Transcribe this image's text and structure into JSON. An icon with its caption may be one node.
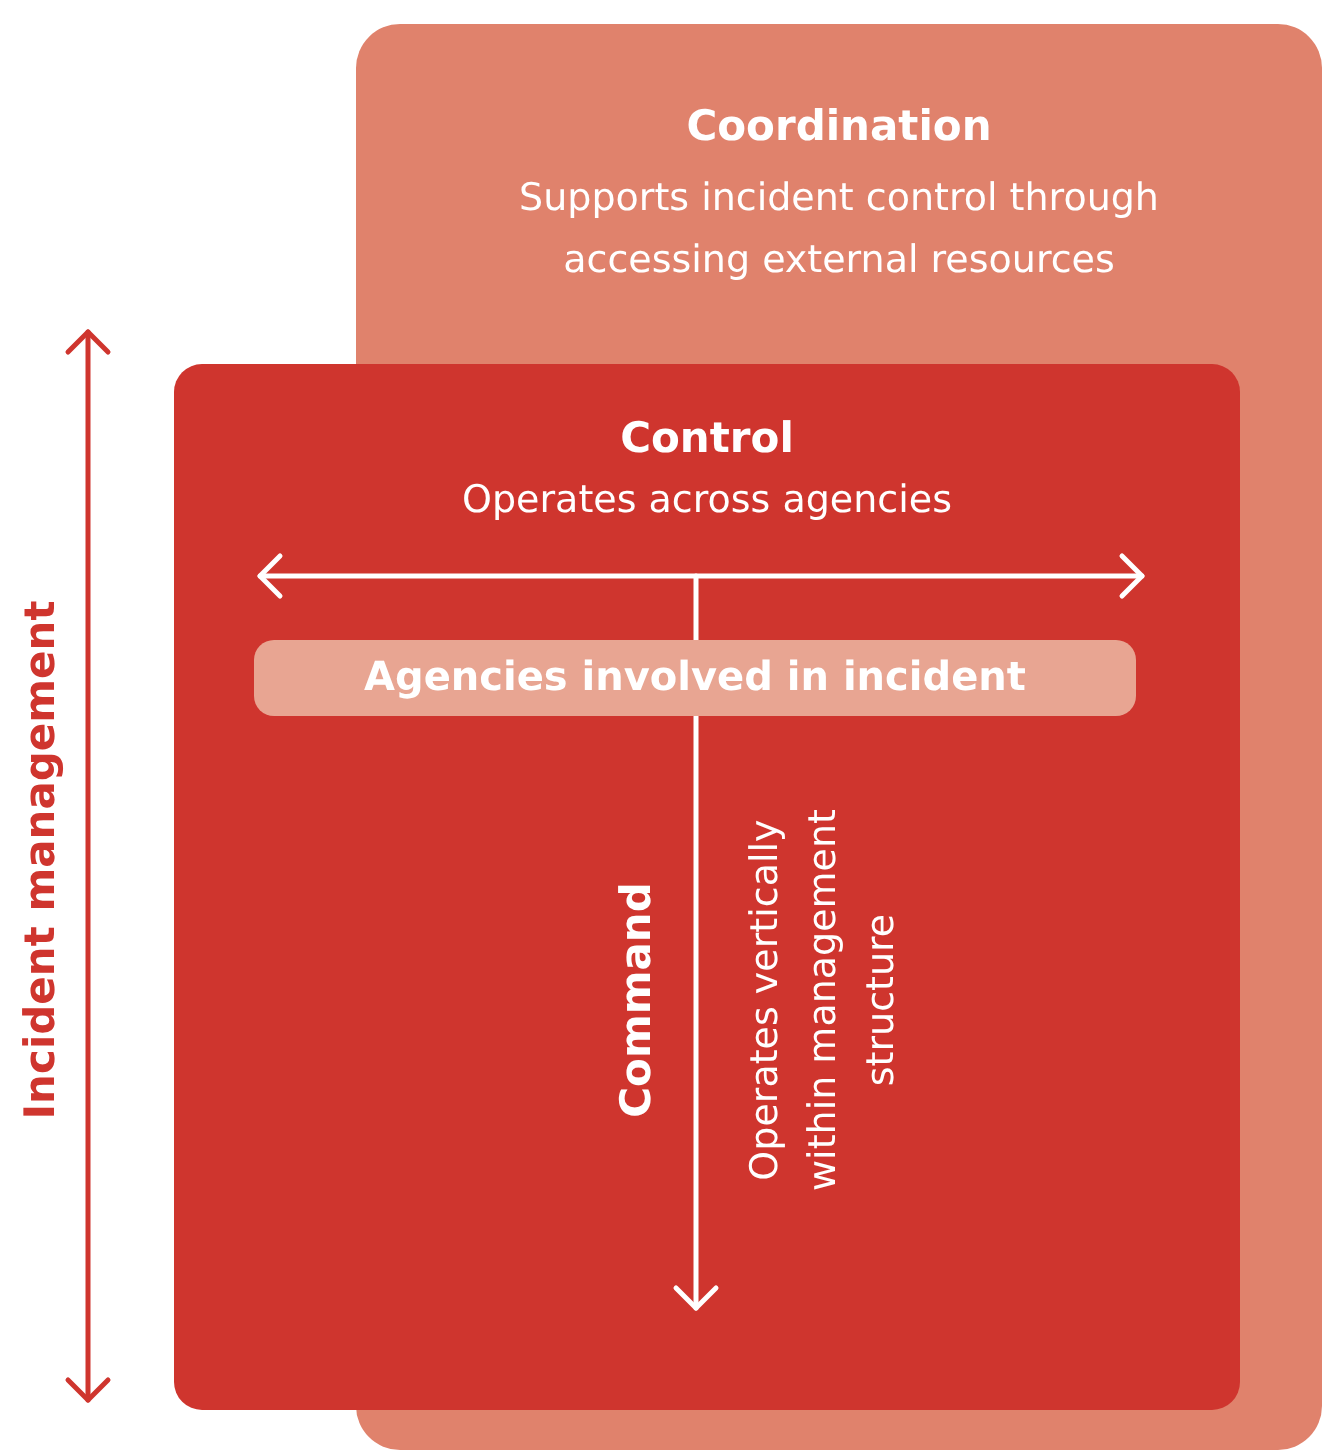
{
  "diagram": {
    "nodes": [
      {
        "text": [
          "Coordination",
          "Supports incident control through accessing external resources"
        ]
      },
      {
        "text": [
          "Control",
          "Operates across agencies"
        ]
      },
      {
        "text": [
          "Agencies involved in incident"
        ],
        "in": 1
      }
    ],
    "labels": [
      "Command",
      "Operates vertically within management structure",
      "Incident management"
    ]
  }
}
